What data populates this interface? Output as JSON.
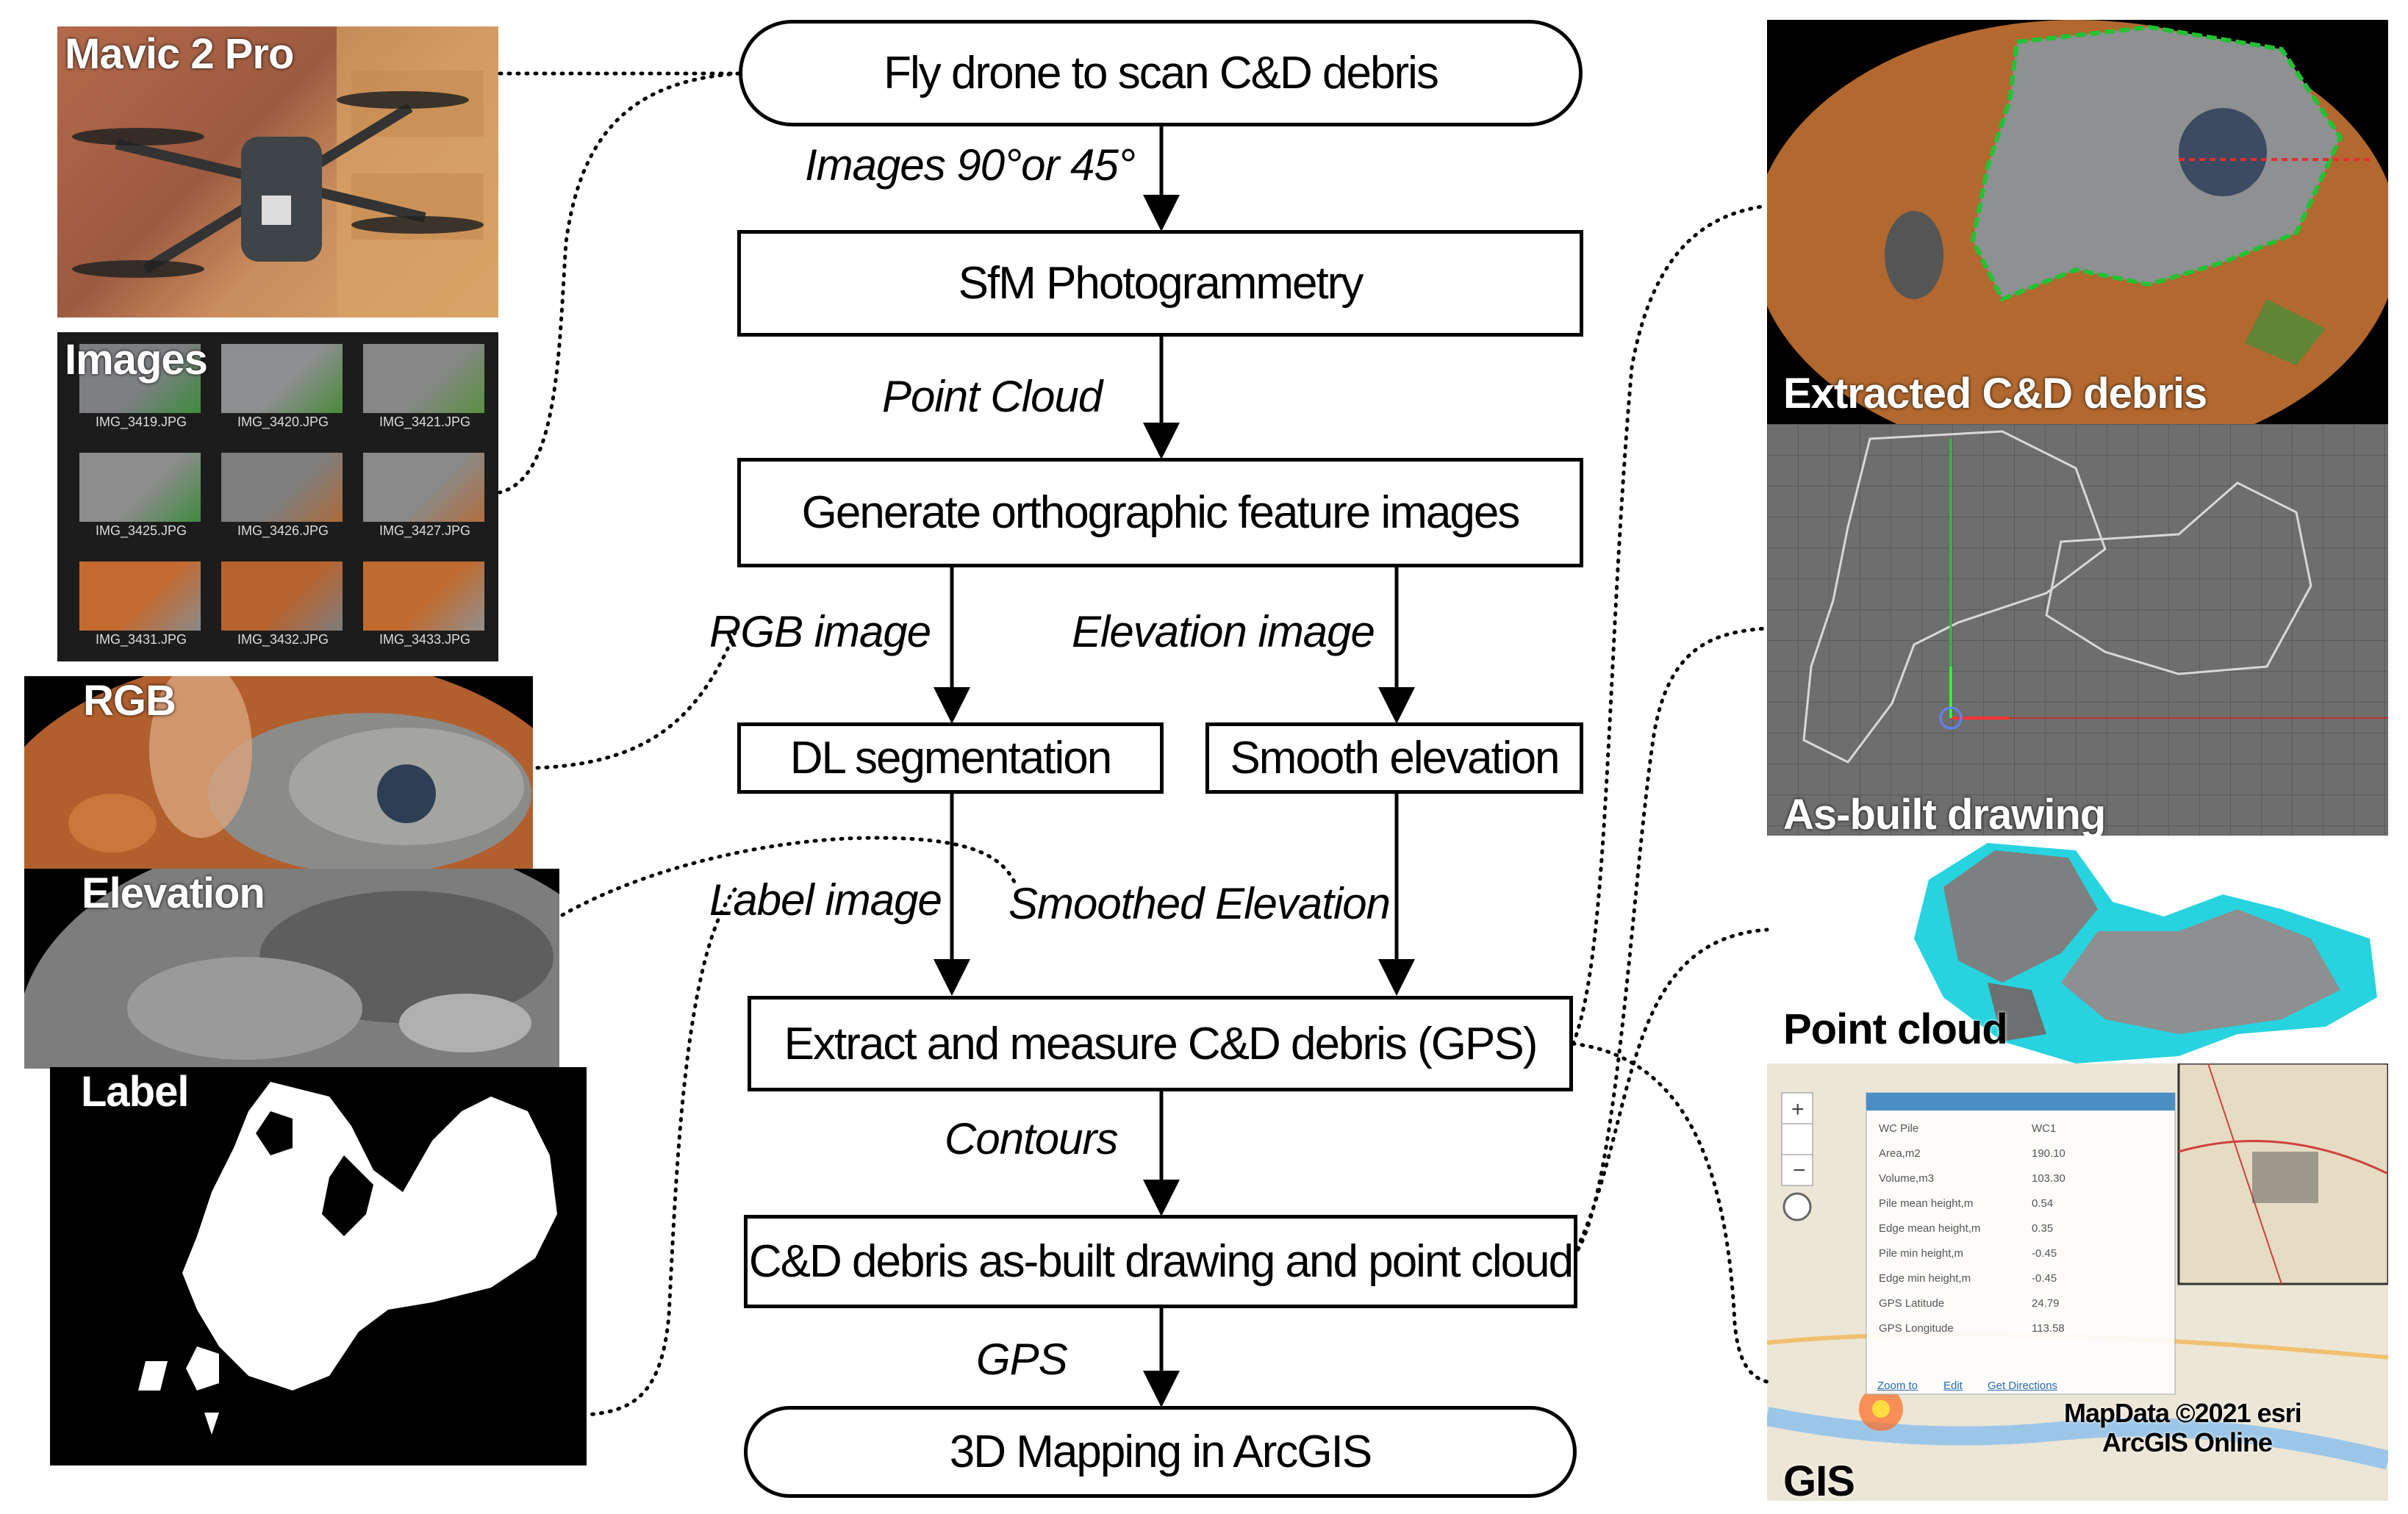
{
  "flow": {
    "fly": "Fly drone to scan C&D debris",
    "sfm": "SfM Photogrammetry",
    "generate": "Generate orthographic feature images",
    "dl": "DL segmentation",
    "smooth": "Smooth elevation",
    "extract": "Extract and measure C&D debris (GPS)",
    "asbuilt": "C&D debris as-built drawing and point cloud",
    "mapping": "3D Mapping in ArcGIS"
  },
  "edges": {
    "images": "Images 90°or 45°",
    "pointcloud": "Point Cloud",
    "rgb": "RGB image",
    "elevation": "Elevation image",
    "label": "Label image",
    "smoothed": "Smoothed Elevation",
    "contours": "Contours",
    "gps": "GPS"
  },
  "photos": {
    "drone": "Mavic 2 Pro",
    "images": "Images",
    "rgb": "RGB",
    "elevation": "Elevation",
    "label": "Label",
    "extracted": "Extracted C&D debris",
    "asbuilt": "As-built drawing",
    "pointcloud": "Point cloud",
    "gis": "GIS"
  },
  "thumbnails": [
    "IMG_3419.JPG",
    "IMG_3420.JPG",
    "IMG_3421.JPG",
    "IMG_3425.JPG",
    "IMG_3426.JPG",
    "IMG_3427.JPG",
    "IMG_3431.JPG",
    "IMG_3432.JPG",
    "IMG_3433.JPG"
  ],
  "gis_popup": {
    "rows": [
      {
        "k": "WC Pile",
        "v": "WC1"
      },
      {
        "k": "Area,m2",
        "v": "190.10"
      },
      {
        "k": "Volume,m3",
        "v": "103.30"
      },
      {
        "k": "Pile mean height,m",
        "v": "0.54"
      },
      {
        "k": "Edge mean height,m",
        "v": "0.35"
      },
      {
        "k": "Pile min height,m",
        "v": "-0.45"
      },
      {
        "k": "Edge min height,m",
        "v": "-0.45"
      },
      {
        "k": "GPS Latitude",
        "v": "24.79"
      },
      {
        "k": "GPS Longitude",
        "v": "113.58"
      }
    ],
    "links": [
      "Zoom to",
      "Edit",
      "Get Directions"
    ],
    "credit1": "MapData ©2021 esri",
    "credit2": "ArcGIS Online"
  },
  "colors": {
    "stroke": "#000000",
    "debris_cyan": "#27d3de",
    "outline_green": "#22c234"
  }
}
